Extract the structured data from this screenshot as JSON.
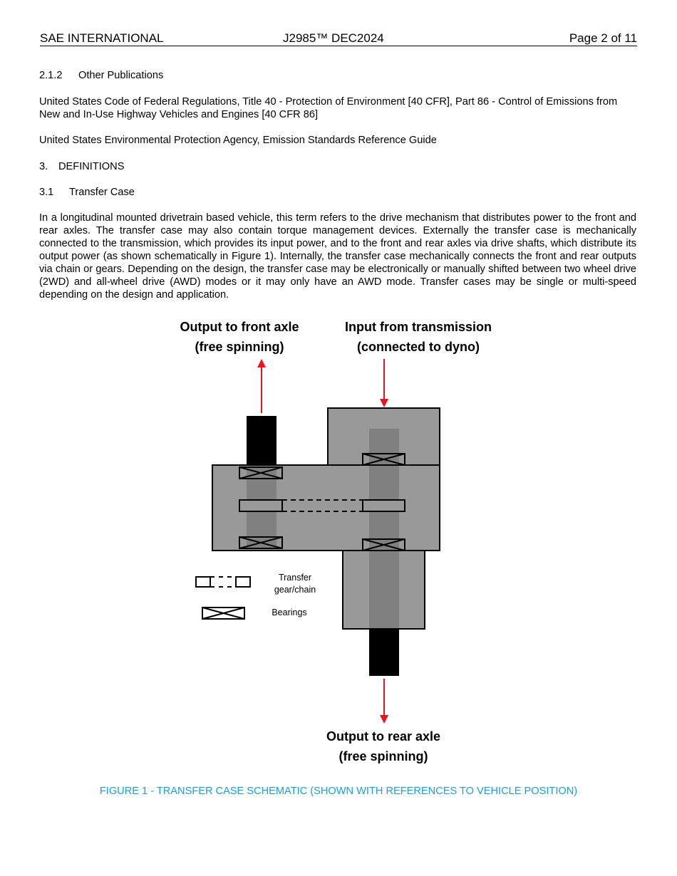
{
  "header": {
    "left": "SAE INTERNATIONAL",
    "center": "J2985™ DEC2024",
    "right": "Page 2 of 11"
  },
  "sections": {
    "s212": {
      "number": "2.1.2",
      "title": "Other Publications"
    },
    "ref1": "United States Code of Federal Regulations, Title 40 - Protection of Environment [40 CFR], Part 86 - Control of Emissions from New and In-Use Highway Vehicles and Engines [40 CFR 86]",
    "ref2": "United States Environmental Protection Agency, Emission Standards Reference Guide",
    "s3": {
      "number": "3.",
      "title": "DEFINITIONS"
    },
    "s31": {
      "number": "3.1",
      "title": "Transfer Case"
    },
    "definition": "In a longitudinal mounted drivetrain based vehicle, this term refers to the drive mechanism that distributes power to the front and rear axles.  The transfer case may also contain torque management devices.  Externally the transfer case is mechanically connected to the transmission, which provides its input power, and to the front and rear axles via drive shafts, which distribute its output power (as shown schematically in Figure 1).  Internally, the transfer case mechanically connects the front and rear outputs via chain or gears.  Depending on the design, the transfer case may be electronically or manually shifted between two wheel drive (2WD) and all-wheel drive (AWD) modes or it may only have an AWD mode.  Transfer cases may be single or multi-speed depending on the design and application."
  },
  "figure": {
    "front_label_1": "Output to front axle",
    "front_label_2": "(free spinning)",
    "input_label_1": "Input from transmission",
    "input_label_2": "(connected to dyno)",
    "rear_label_1": "Output to rear axle",
    "rear_label_2": "(free spinning)",
    "legend_transfer_1": "Transfer",
    "legend_transfer_2": "gear/chain",
    "legend_bearings": "Bearings",
    "arrow_color": "#e8141e",
    "body_color": "#999999",
    "shaft_color": "#808080"
  },
  "caption": "FIGURE 1 - TRANSFER CASE SCHEMATIC (SHOWN WITH REFERENCES TO VEHICLE POSITION)"
}
